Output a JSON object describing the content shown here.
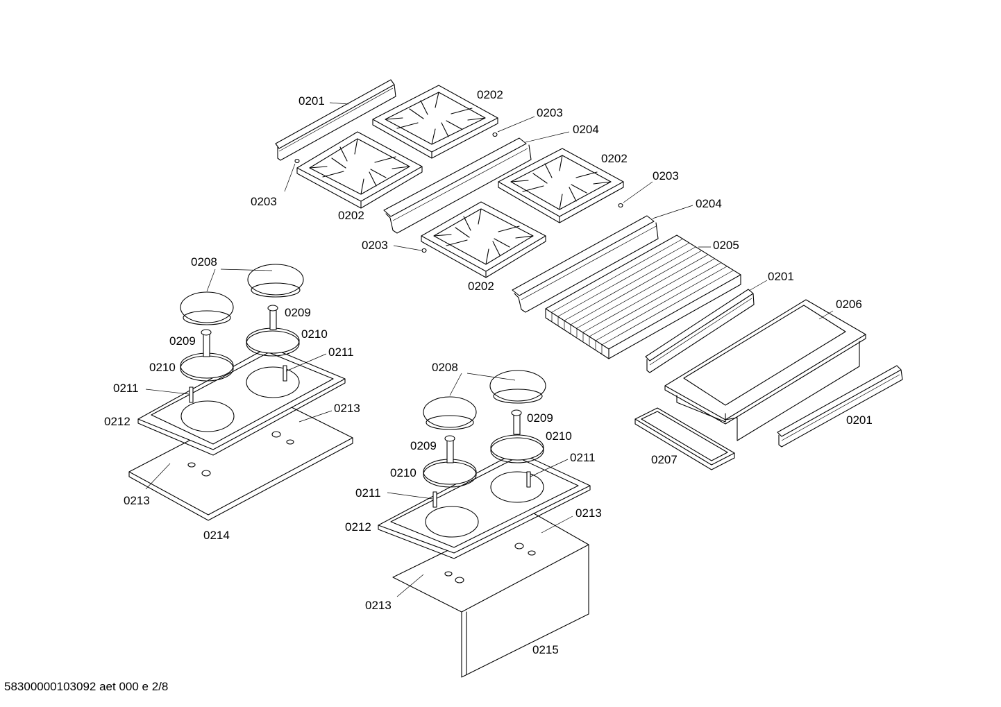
{
  "document_id": "58300000103092 aet 000 e 2/8",
  "labels": {
    "l0201a": "0201",
    "l0201b": "0201",
    "l0201c": "0201",
    "l0202a": "0202",
    "l0202b": "0202",
    "l0202c": "0202",
    "l0202d": "0202",
    "l0203a": "0203",
    "l0203b": "0203",
    "l0203c": "0203",
    "l0203d": "0203",
    "l0204a": "0204",
    "l0204b": "0204",
    "l0205": "0205",
    "l0206": "0206",
    "l0207": "0207",
    "l0208a": "0208",
    "l0208b": "0208",
    "l0209a": "0209",
    "l0209b": "0209",
    "l0209c": "0209",
    "l0209d": "0209",
    "l0210a": "0210",
    "l0210b": "0210",
    "l0210c": "0210",
    "l0210d": "0210",
    "l0211a": "0211",
    "l0211b": "0211",
    "l0211c": "0211",
    "l0211d": "0211",
    "l0212a": "0212",
    "l0212b": "0212",
    "l0213a": "0213",
    "l0213b": "0213",
    "l0213c": "0213",
    "l0213d": "0213",
    "l0214": "0214",
    "l0215": "0215"
  }
}
